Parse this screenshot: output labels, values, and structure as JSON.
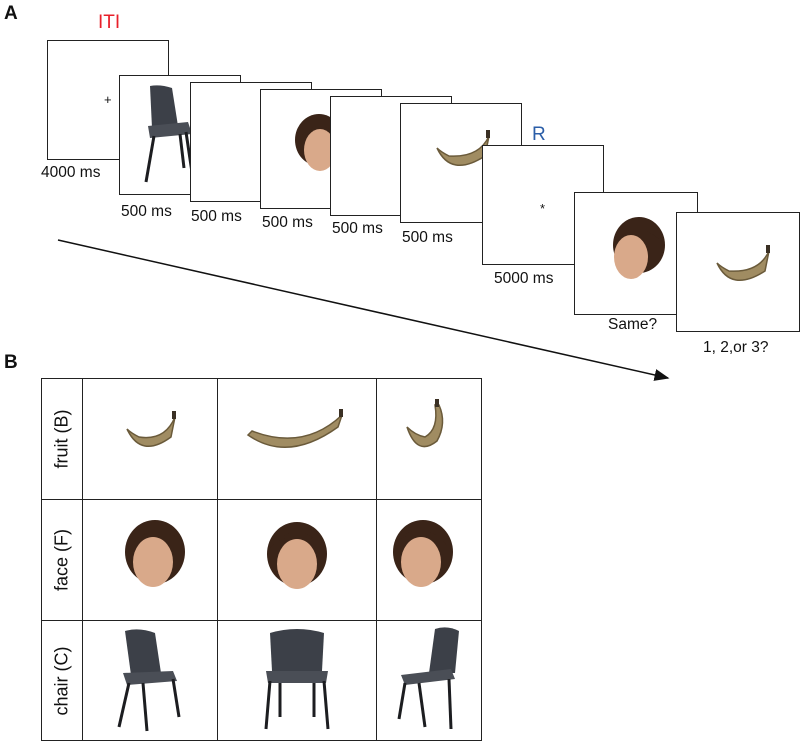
{
  "panel_a": {
    "letter": "A",
    "iti_label": "ITI",
    "r_label": "R",
    "fixation_cross": "+",
    "response_asterisk": "*",
    "durations": [
      "4000 ms",
      "500 ms",
      "500 ms",
      "500 ms",
      "500 ms",
      "500 ms",
      "5000 ms"
    ],
    "same_question": "Same?",
    "choice_question": "1, 2,or 3?",
    "colors": {
      "iti": "#e8202a",
      "r": "#2b5ea8"
    }
  },
  "panel_b": {
    "letter": "B",
    "rows": [
      {
        "label": "fruit (B)",
        "stimulus": "banana",
        "views": [
          "banana-view-1",
          "banana-view-2",
          "banana-view-3"
        ]
      },
      {
        "label": "face (F)",
        "stimulus": "face",
        "views": [
          "face-view-right",
          "face-view-front",
          "face-view-left"
        ]
      },
      {
        "label": "chair (C)",
        "stimulus": "chair",
        "views": [
          "chair-view-1",
          "chair-view-2",
          "chair-view-3"
        ]
      }
    ]
  }
}
